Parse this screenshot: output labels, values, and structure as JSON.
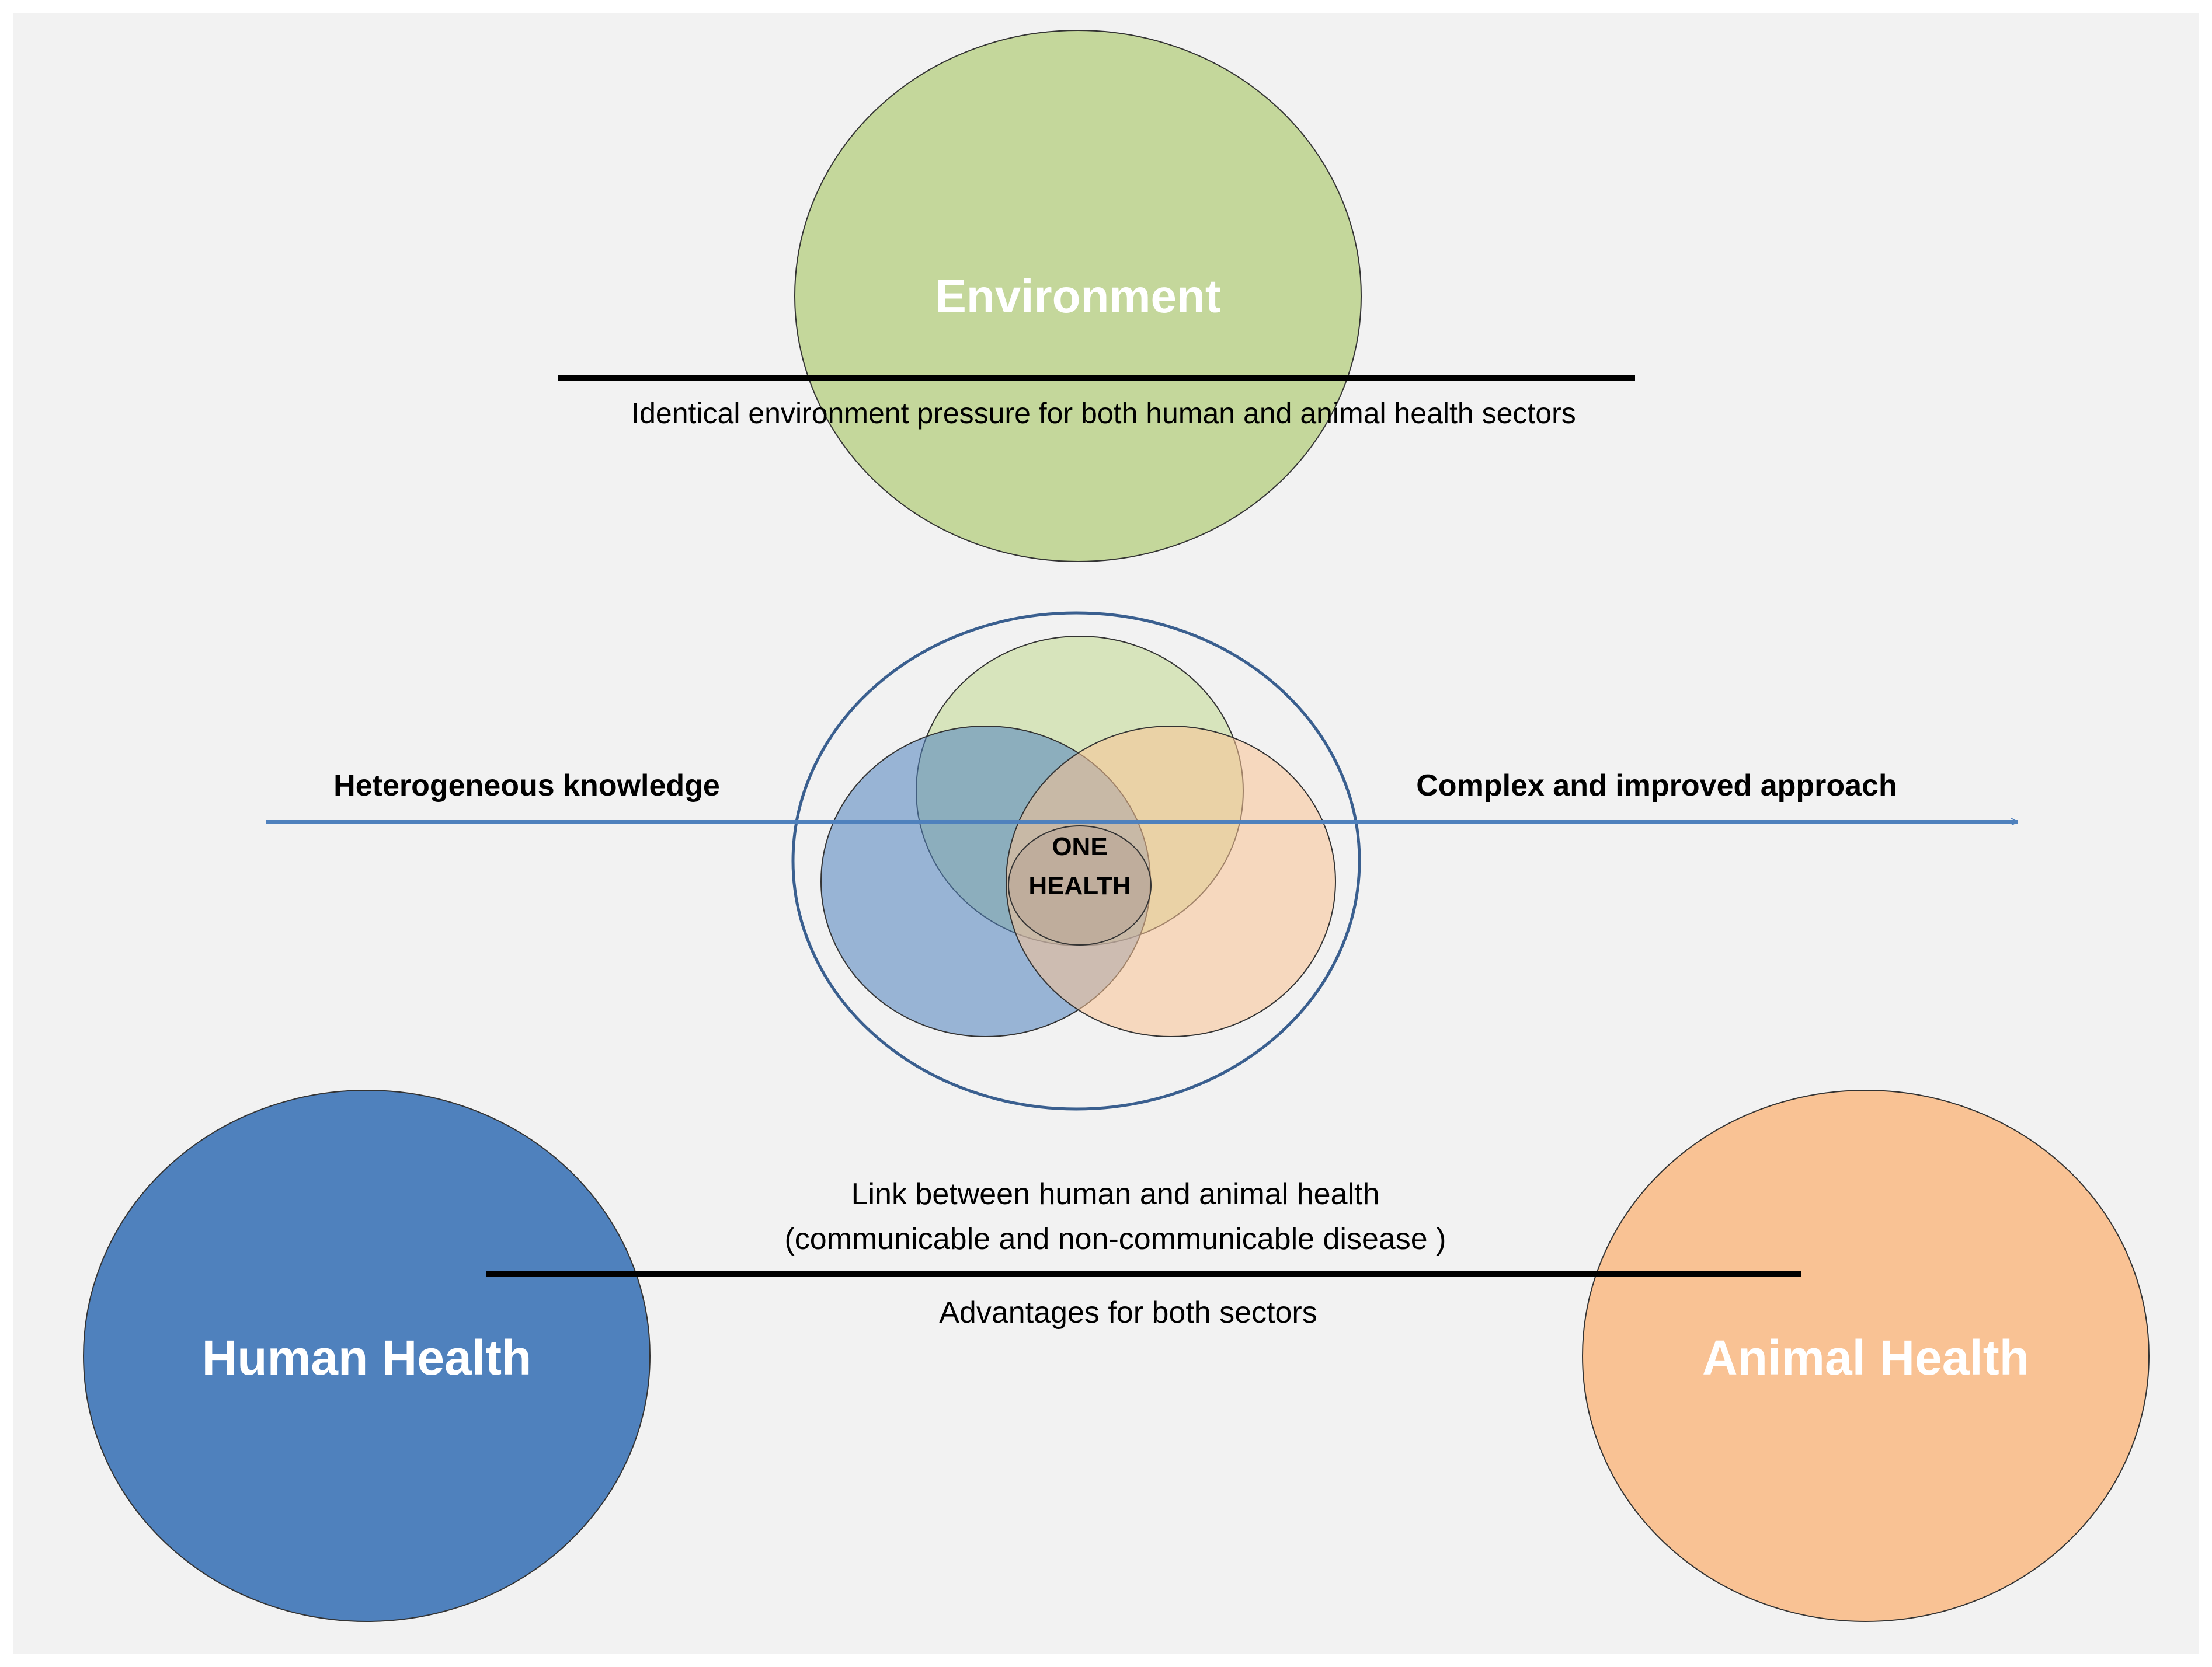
{
  "labels": {
    "environment": "Environment",
    "human_health": "Human Health",
    "animal_health": "Animal Health",
    "one_health_line1": "ONE",
    "one_health_line2": "HEALTH",
    "env_pressure": "Identical environment pressure for both human and animal health sectors",
    "heterogeneous": "Heterogeneous knowledge",
    "complex_approach": "Complex and improved  approach",
    "link_line1": "Link between human and animal health",
    "link_line2": "(communicable and non-communicable disease )",
    "advantages": "Advantages for both sectors"
  },
  "colors": {
    "background": "#f2f2f2",
    "environment": "#c4d79b",
    "human": "#4f81bd",
    "animal": "#f9c294",
    "environment_light": "#d7e4bc",
    "human_light": "#95b3d7",
    "animal_light": "#f7d4b8",
    "ring": "#3a5f8f",
    "arrow": "#4f81bd",
    "text_dark": "#000000",
    "text_light": "#ffffff"
  }
}
